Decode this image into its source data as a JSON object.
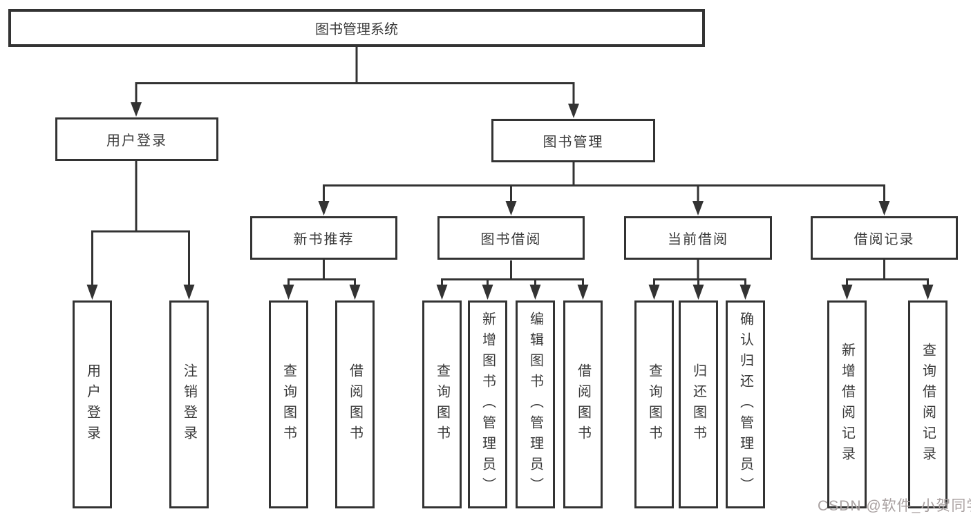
{
  "tree": {
    "label": "图书管理系统",
    "children": [
      {
        "label": "用户登录",
        "children": [
          {
            "label": "用户登录"
          },
          {
            "label": "注销登录"
          }
        ]
      },
      {
        "label": "图书管理",
        "children": [
          {
            "label": "新书推荐",
            "children": [
              {
                "label": "查询图书"
              },
              {
                "label": "借阅图书"
              }
            ]
          },
          {
            "label": "图书借阅",
            "children": [
              {
                "label": "查询图书"
              },
              {
                "label": "新增图书（管理员）"
              },
              {
                "label": "编辑图书（管理员）"
              },
              {
                "label": "借阅图书"
              }
            ]
          },
          {
            "label": "当前借阅",
            "children": [
              {
                "label": "查询图书"
              },
              {
                "label": "归还图书"
              },
              {
                "label": "确认归还（管理员）"
              }
            ]
          },
          {
            "label": "借阅记录",
            "children": [
              {
                "label": "新增借阅记录"
              },
              {
                "label": "查询借阅记录"
              }
            ]
          }
        ]
      }
    ]
  },
  "watermark": {
    "text": "CSDN @软件_小贺同学"
  },
  "colors": {
    "line": "#333333",
    "text": "#3a3a3a",
    "watermark": "#a9a1a1",
    "background": "#ffffff"
  }
}
